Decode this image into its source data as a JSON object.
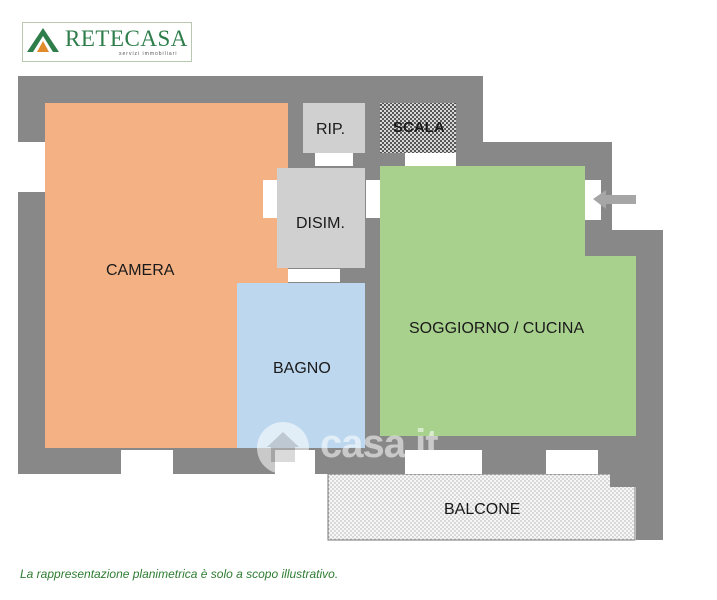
{
  "logo": {
    "name": "RETECASA",
    "subtitle": "servizi immobiliari"
  },
  "rooms": {
    "camera": "CAMERA",
    "rip": "RIP.",
    "scala": "SCALA",
    "disim": "DISIM.",
    "bagno": "BAGNO",
    "soggiorno": "SOGGIORNO / CUCINA",
    "balcone": "BALCONE"
  },
  "watermark": "casa.it",
  "note": "La rappresentazione planimetrica è solo a scopo illustrativo.",
  "colors": {
    "wall": "#888888",
    "camera": "#f4b184",
    "bagno": "#bdd7ee",
    "soggiorno": "#a9d18e",
    "service": "#d0d0d0",
    "brand": "#2e7d4a"
  }
}
